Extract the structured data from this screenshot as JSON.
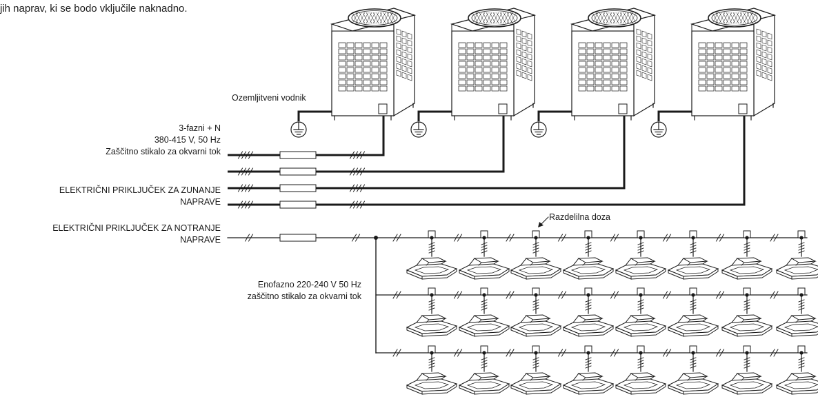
{
  "header": {
    "intro_fragment": "jih naprav, ki se bodo vključile naknadno."
  },
  "labels": {
    "ground_conductor": "Ozemljitveni vodnik",
    "three_phase_1": "3-fazni + N",
    "three_phase_2": "380-415 V, 50 Hz",
    "three_phase_3": "Zaščitno stikalo za okvarni tok",
    "outdoor_1": "ELEKTRIČNI PRIKLJUČEK ZA ZUNANJE",
    "outdoor_2": "NAPRAVE",
    "indoor_1": "ELEKTRIČNI PRIKLJUČEK ZA NOTRANJE",
    "indoor_2": "NAPRAVE",
    "distribution_box": "Razdelilna doza",
    "single_phase_1": "Enofazno 220-240 V 50 Hz",
    "single_phase_2": "zaščitno stikalo za okvarni tok"
  },
  "diagram": {
    "outdoor_units": 4,
    "indoor_rows": 3,
    "indoor_units_per_row": 8
  },
  "colors": {
    "line": "#1a1a1a",
    "background": "#ffffff"
  }
}
